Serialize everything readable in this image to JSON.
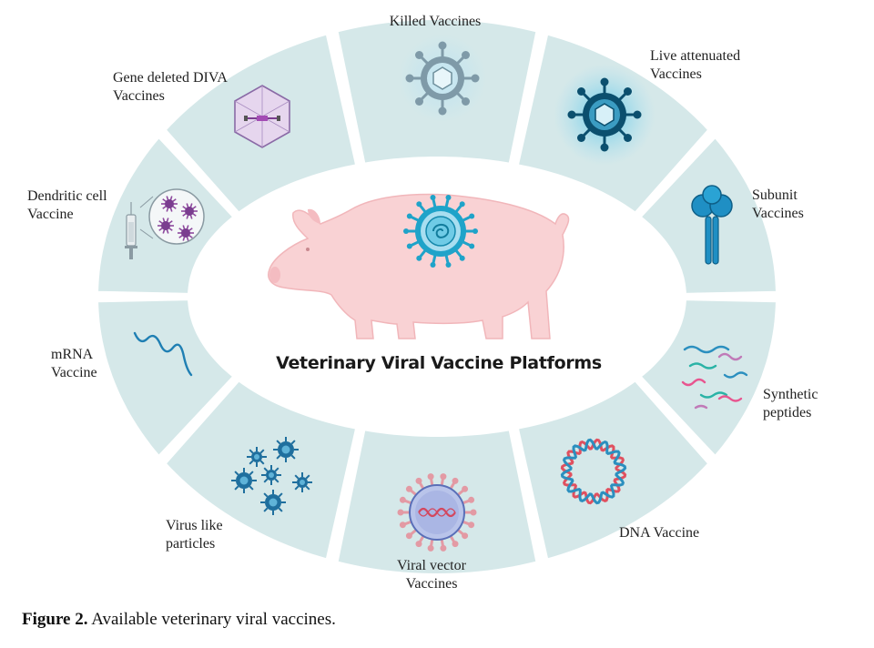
{
  "title": "Veterinary Viral Vaccine Platforms",
  "platforms": [
    {
      "lines": [
        "Killed Vaccines"
      ],
      "icon": "killed-virus-icon"
    },
    {
      "lines": [
        "Live attenuated",
        "Vaccines"
      ],
      "icon": "live-virus-icon"
    },
    {
      "lines": [
        "Subunit",
        "Vaccines"
      ],
      "icon": "antibody-icon"
    },
    {
      "lines": [
        "Synthetic",
        "peptides"
      ],
      "icon": "peptide-strands-icon"
    },
    {
      "lines": [
        "DNA Vaccine"
      ],
      "icon": "dna-circle-icon"
    },
    {
      "lines": [
        "Viral vector",
        "Vaccines"
      ],
      "icon": "viral-vector-icon"
    },
    {
      "lines": [
        "Virus like",
        "particles"
      ],
      "icon": "vlp-cluster-icon"
    },
    {
      "lines": [
        "mRNA",
        "Vaccine"
      ],
      "icon": "mrna-strand-icon"
    },
    {
      "lines": [
        "Dendritic cell",
        "Vaccine"
      ],
      "icon": "dendritic-syringe-icon"
    },
    {
      "lines": [
        "Gene deleted DIVA",
        "Vaccines"
      ],
      "icon": "capsid-gene-icon"
    }
  ],
  "caption": {
    "label": "Figure 2.",
    "text": "Available veterinary viral vaccines."
  },
  "colors": {
    "segment": "#d5e8e9",
    "pig": "#f9d2d4",
    "virus": "#1fa3c9",
    "dark_virus": "#0b4f6e"
  }
}
